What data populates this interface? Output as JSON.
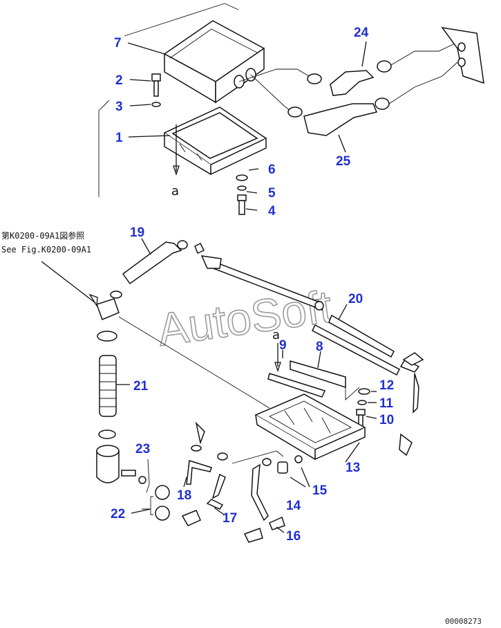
{
  "parts": [
    {
      "id": "num-1",
      "label": "1"
    },
    {
      "id": "num-2",
      "label": "2"
    },
    {
      "id": "num-3",
      "label": "3"
    },
    {
      "id": "num-4",
      "label": "4"
    },
    {
      "id": "num-5",
      "label": "5"
    },
    {
      "id": "num-6",
      "label": "6"
    },
    {
      "id": "num-7",
      "label": "7"
    },
    {
      "id": "num-8",
      "label": "8"
    },
    {
      "id": "num-9",
      "label": "9"
    },
    {
      "id": "num-10",
      "label": "10"
    },
    {
      "id": "num-11",
      "label": "11"
    },
    {
      "id": "num-12",
      "label": "12"
    },
    {
      "id": "num-13",
      "label": "13"
    },
    {
      "id": "num-14",
      "label": "14"
    },
    {
      "id": "num-15",
      "label": "15"
    },
    {
      "id": "num-16",
      "label": "16"
    },
    {
      "id": "num-17",
      "label": "17"
    },
    {
      "id": "num-18",
      "label": "18"
    },
    {
      "id": "num-19",
      "label": "19"
    },
    {
      "id": "num-20",
      "label": "20"
    },
    {
      "id": "num-21",
      "label": "21"
    },
    {
      "id": "num-22",
      "label": "22"
    },
    {
      "id": "num-23",
      "label": "23"
    },
    {
      "id": "num-24",
      "label": "24"
    },
    {
      "id": "num-25",
      "label": "25"
    }
  ],
  "reference": {
    "line1": "第K0200-09A1図参照",
    "line2": "See Fig.K0200-09A1"
  },
  "connector_letter": "a",
  "watermark": "AutoSoft",
  "drawing_code": "00008273"
}
